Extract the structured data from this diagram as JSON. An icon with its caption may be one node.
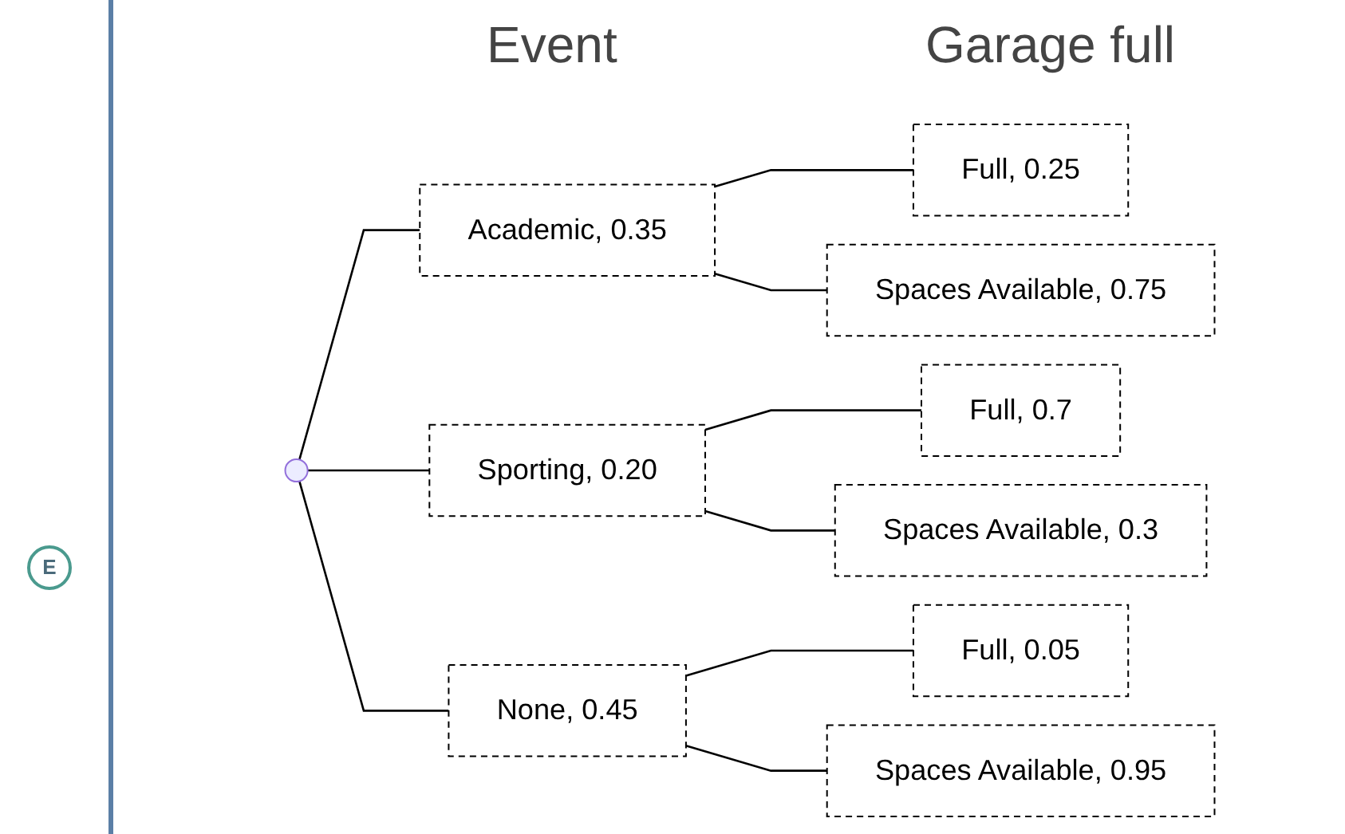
{
  "diagram": {
    "nodes": [
      {
        "text": [],
        "shape": "point"
      },
      {
        "text": [
          "Academic,  0.35"
        ]
      },
      {
        "text": [
          "Full,  0.25"
        ]
      },
      {
        "text": [
          "Spaces Available,  0.75"
        ]
      },
      {
        "text": [
          "Sporting,  0.20"
        ]
      },
      {
        "text": [
          "Full,  0.7"
        ]
      },
      {
        "text": [
          "Spaces Available,  0.3"
        ]
      },
      {
        "text": [
          "None,  0.45"
        ]
      },
      {
        "text": [
          "Full,  0.05"
        ]
      },
      {
        "text": [
          "Spaces Available,  0.95"
        ]
      }
    ],
    "edges": [
      {
        "from": 0,
        "to": 1,
        "arrow": "none"
      },
      {
        "from": 1,
        "to": 2,
        "arrow": "none"
      },
      {
        "from": 1,
        "to": 3,
        "arrow": "none"
      },
      {
        "from": 0,
        "to": 4,
        "arrow": "none"
      },
      {
        "from": 4,
        "to": 5,
        "arrow": "none"
      },
      {
        "from": 4,
        "to": 6,
        "arrow": "none"
      },
      {
        "from": 0,
        "to": 7,
        "arrow": "none"
      },
      {
        "from": 7,
        "to": 8,
        "arrow": "none"
      },
      {
        "from": 7,
        "to": 9,
        "arrow": "none"
      }
    ],
    "labels": [
      "Event",
      "Garage full",
      "E"
    ]
  }
}
